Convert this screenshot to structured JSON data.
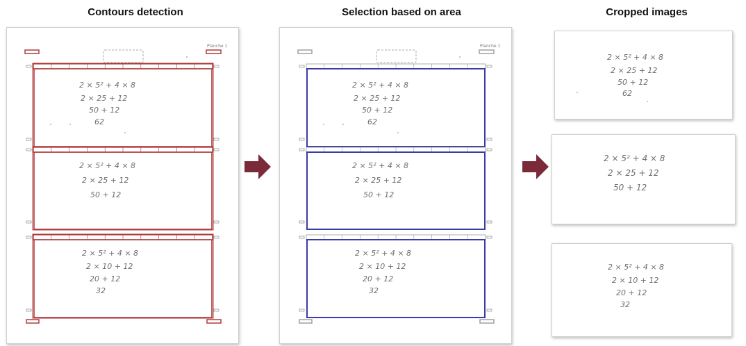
{
  "titles": {
    "step1": "Contours detection",
    "step2": "Selection based on area",
    "step3": "Cropped images"
  },
  "page_label": "Planche 1",
  "boxes": [
    {
      "lines": [
        "2 × 5² + 4 × 8",
        "2 × 25 + 12",
        "50 + 12",
        "62"
      ]
    },
    {
      "lines": [
        "2 × 5² + 4 × 8",
        "2 × 25 + 12",
        "50 + 12"
      ]
    },
    {
      "lines": [
        "2 × 5² + 4 × 8",
        "2 × 10 + 12",
        "20 + 12",
        "32"
      ]
    }
  ],
  "colors": {
    "contour": "#b03a3a",
    "selection": "#3a3aa8",
    "arrow": "#7a2a38",
    "outline": "#999999"
  },
  "icons": [
    "right-arrow-icon",
    "right-arrow-icon"
  ]
}
